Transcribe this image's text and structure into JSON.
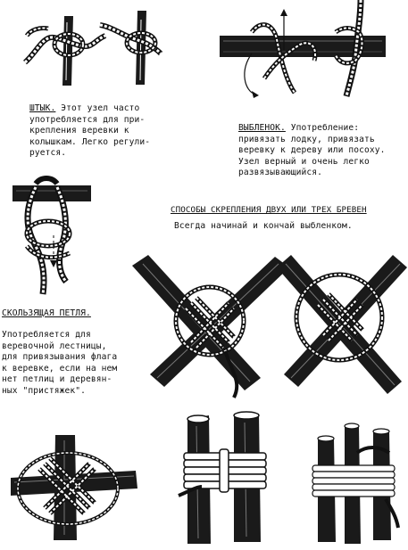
{
  "shtyk": {
    "title": "ШТЫК.",
    "line1": " Этот узел часто",
    "lines": [
      "употребляется для при-",
      "крепления веревки к",
      "колышкам. Легко регули-",
      "руется."
    ]
  },
  "vyblenok": {
    "title": "ВЫБЛЕНОК.",
    "line1": " Употребление:",
    "lines": [
      "привязать лодку, привязать",
      "веревку к дереву или посоху.",
      "Узел верный и очень легко",
      "развязывающийся."
    ]
  },
  "logs": {
    "heading": "СПОСОБЫ СКРЕПЛЕНИЯ ДВУХ ИЛИ ТРЕХ БРЕВЕН",
    "subtitle": "Всегда начинай и кончай выбленком."
  },
  "slip": {
    "title": "СКОЛЬЗЯЩАЯ ПЕТЛЯ.",
    "lines": [
      "Употребляется для",
      "веревочной лестницы,",
      "для привязывания флага",
      "к веревке, если на нем",
      "нет петлиц и деревян-",
      "ных \"пристяжек\"."
    ]
  }
}
